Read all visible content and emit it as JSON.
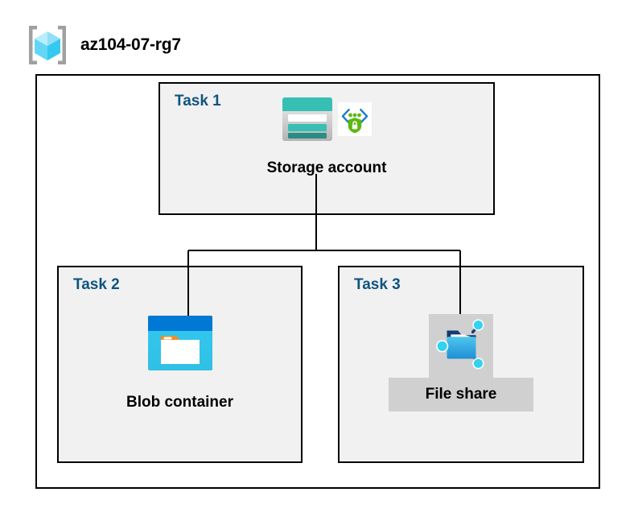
{
  "header": {
    "title": "az104-07-rg7",
    "icon": "resource-group-icon"
  },
  "diagram": {
    "container_label": "resource-group-boundary",
    "tasks": [
      {
        "id": "task-1",
        "label": "Task 1",
        "node": {
          "caption": "Storage account",
          "icon": "storage-account-icon",
          "badge_icon": "private-endpoint-secure-icon"
        }
      },
      {
        "id": "task-2",
        "label": "Task 2",
        "node": {
          "caption": "Blob container",
          "icon": "blob-container-icon"
        }
      },
      {
        "id": "task-3",
        "label": "Task 3",
        "node": {
          "caption": "File share",
          "icon": "file-share-icon",
          "highlighted": true
        }
      }
    ],
    "connectors": [
      {
        "from": "task-1",
        "to": "task-2"
      },
      {
        "from": "task-1",
        "to": "task-3"
      }
    ]
  },
  "colors": {
    "task_label": "#10547F",
    "box_border": "#000000",
    "box_fill": "#F1F1F1",
    "canvas": "#FFFFFF",
    "storage_teal": "#37BFB4",
    "storage_teal_dark": "#2A8C82",
    "blob_blue": "#0078D4",
    "blob_cyan": "#32C8F0",
    "blob_orange": "#F08C28",
    "fileshare_blue": "#1F8FD4",
    "fileshare_node": "#32D2F0",
    "shield_green": "#5CB811",
    "bracket_gray": "#A0A0A0",
    "cube_cyan": "#9BE8FA",
    "highlight_gray": "#D0D0D0"
  }
}
